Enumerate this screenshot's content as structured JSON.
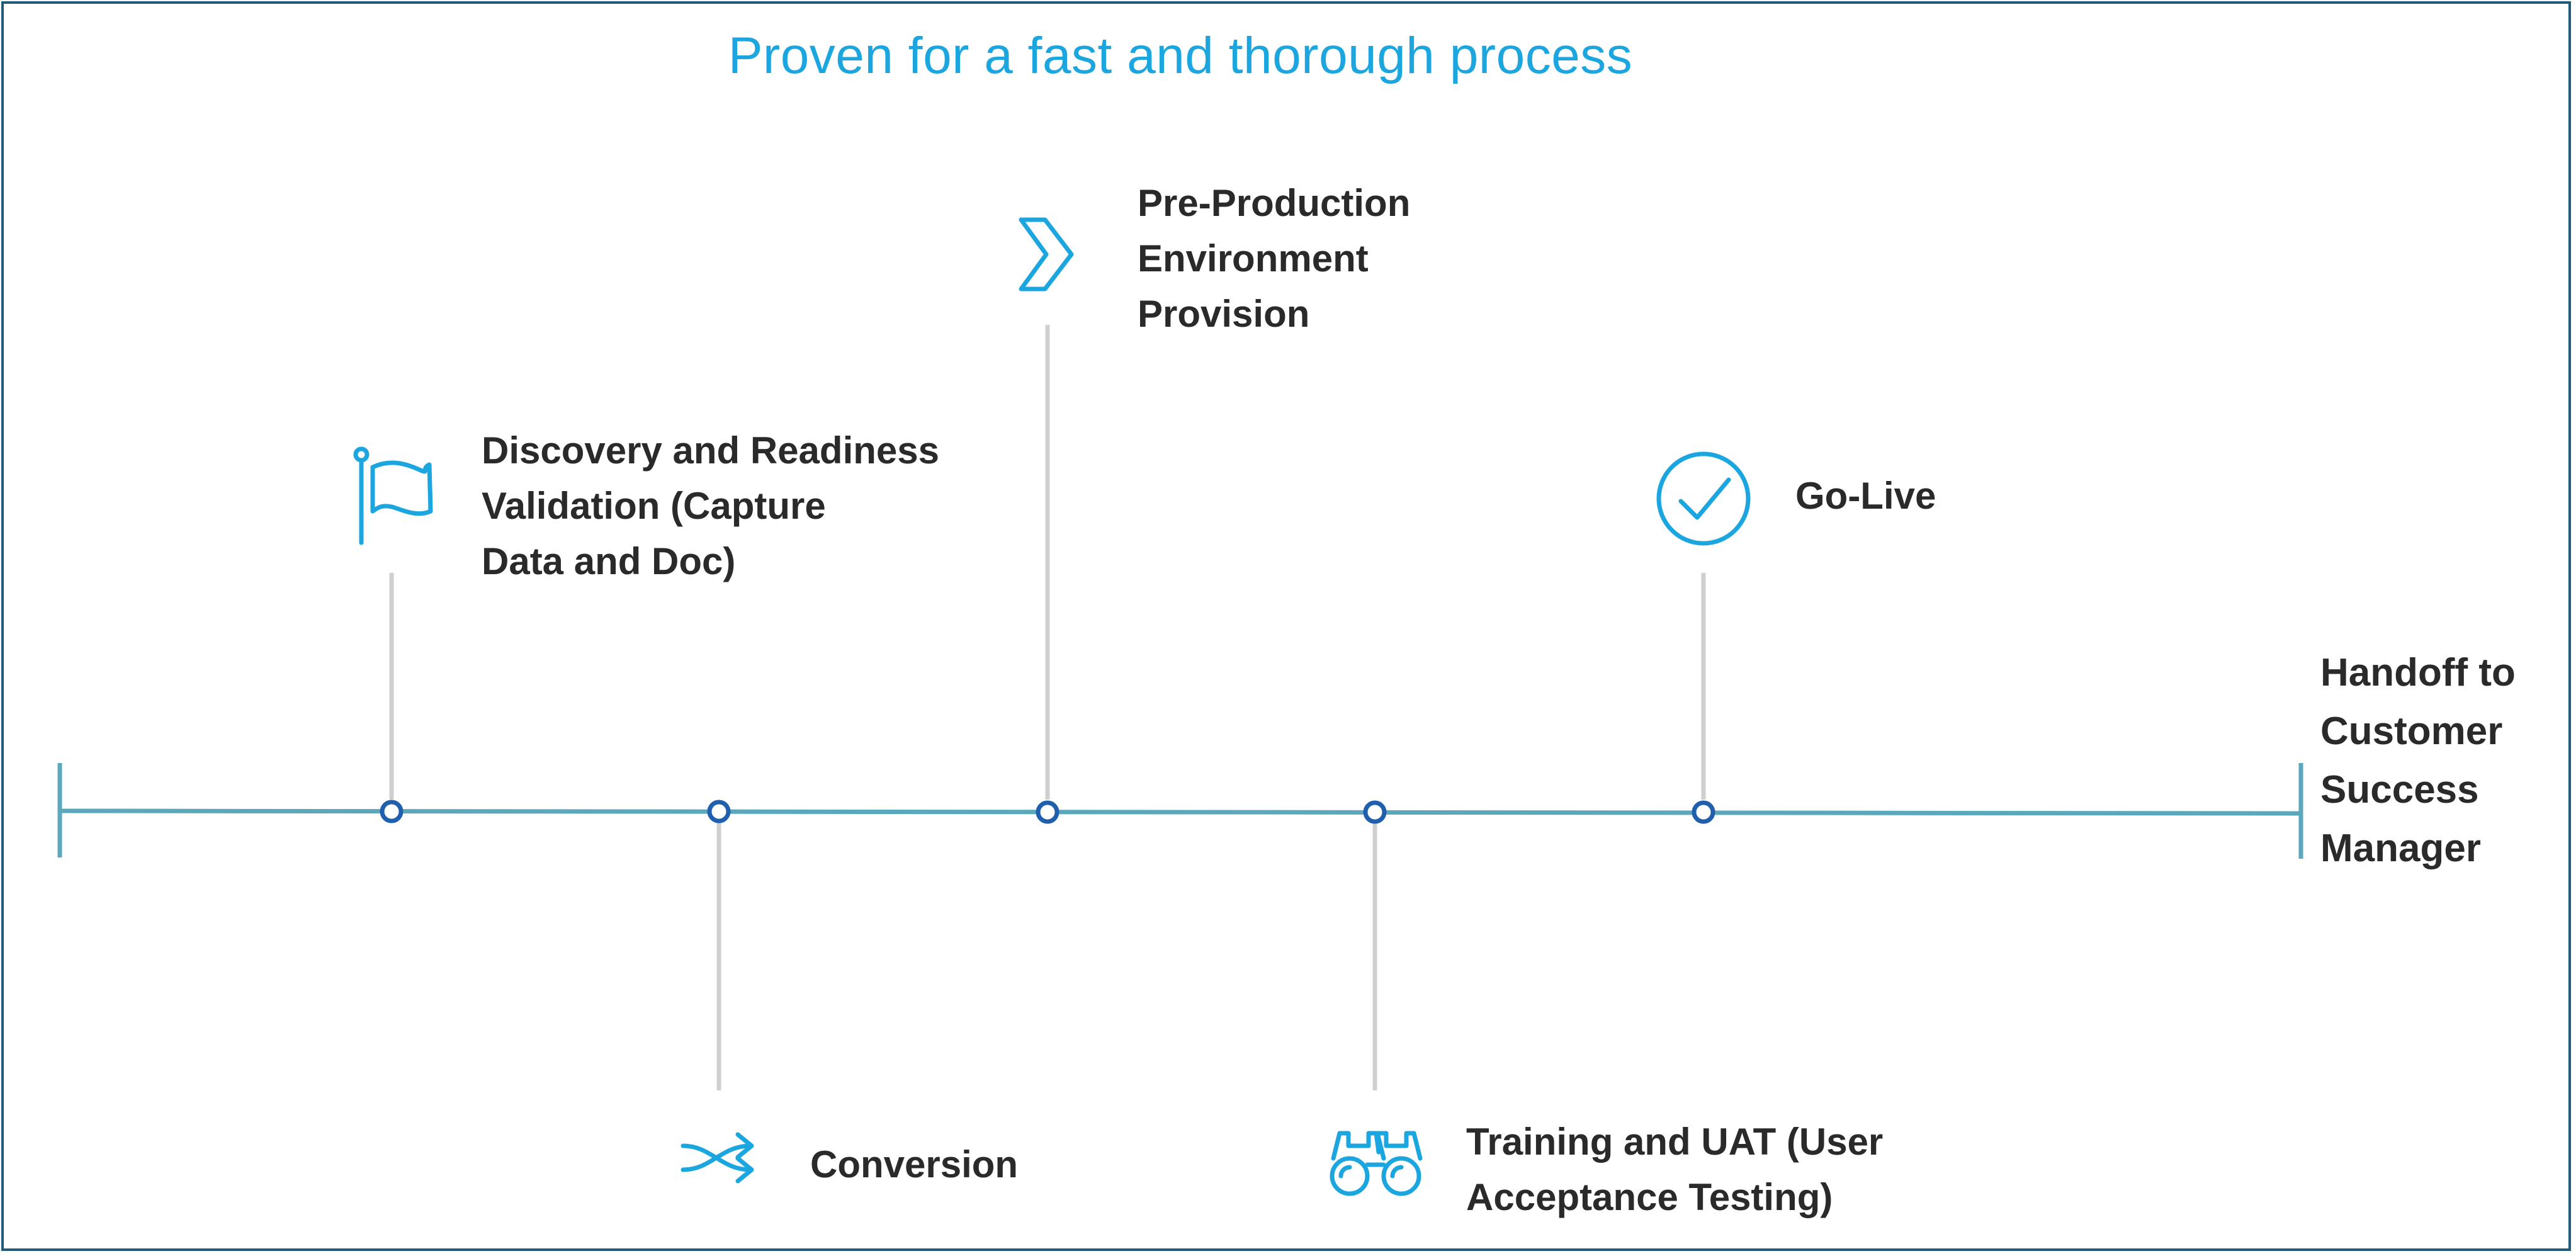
{
  "title": "Proven for a fast and thorough process",
  "milestones": [
    {
      "label": "Discovery and Readiness\nValidation (Capture\nData and Doc)",
      "icon": "flag-icon",
      "side": "above"
    },
    {
      "label": "Conversion",
      "icon": "shuffle-icon",
      "side": "below"
    },
    {
      "label": "Pre-Production\nEnvironment\nProvision",
      "icon": "chevron-right-icon",
      "side": "above"
    },
    {
      "label": "Training and UAT (User\nAcceptance Testing)",
      "icon": "binoculars-icon",
      "side": "below"
    },
    {
      "label": "Go-Live",
      "icon": "check-circle-icon",
      "side": "above"
    }
  ],
  "end_label": "Handoff to\nCustomer\nSuccess\nManager",
  "colors": {
    "title": "#1ba6e0",
    "icon": "#1ba6e0",
    "timeline": "#5ba8bc",
    "connector": "#cfcfcf",
    "node": "#1f5fae",
    "border": "#1f5a78",
    "text": "#2a2a2a"
  }
}
